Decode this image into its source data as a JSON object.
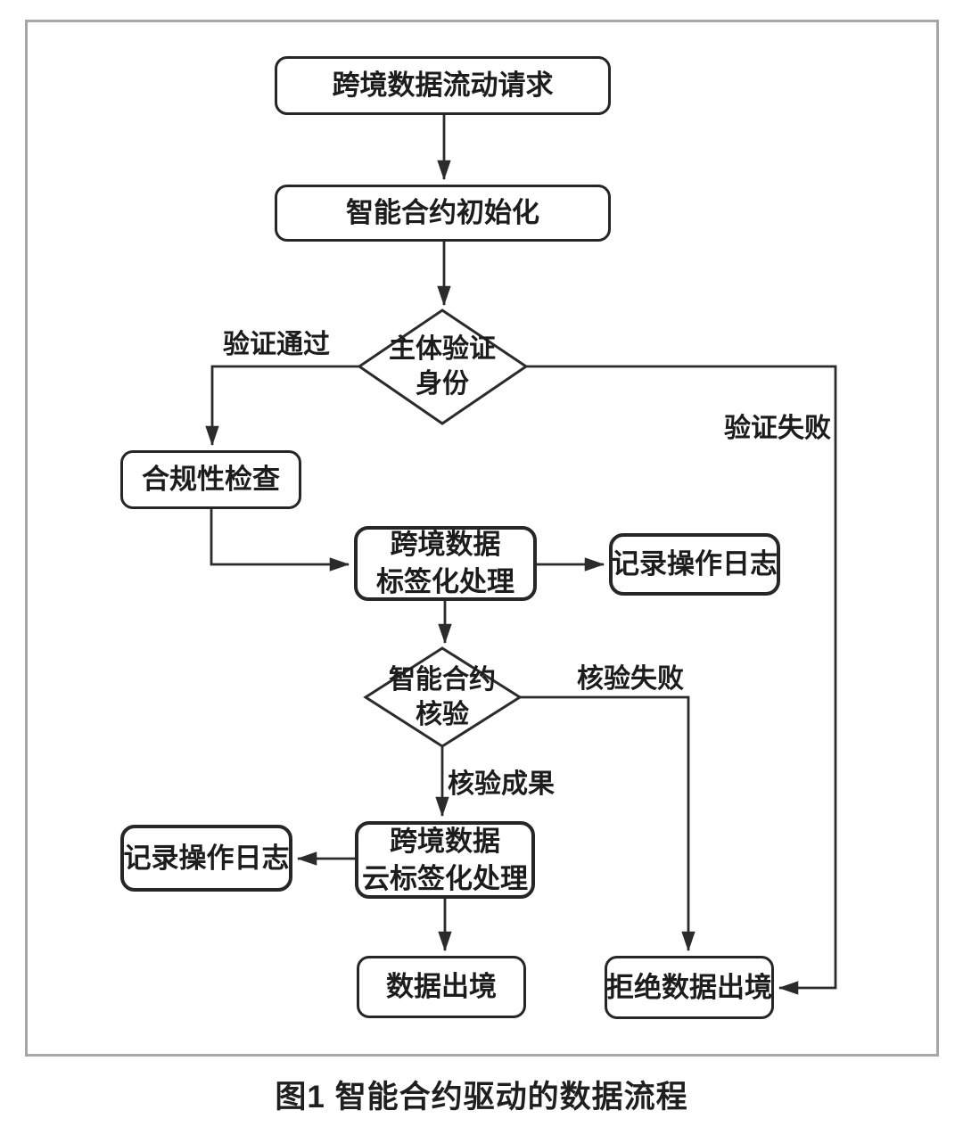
{
  "figure": {
    "caption": "图1  智能合约驱动的数据流程"
  },
  "colors": {
    "line": "#2b2b2b",
    "frame": "#a6a6a6",
    "text": "#1c1c1c",
    "node_bg": "#ffffff"
  },
  "nodes": {
    "request": [
      "跨境数据流动请求"
    ],
    "init": [
      "智能合约初始化"
    ],
    "identity": [
      "主体验证",
      "身份"
    ],
    "compliance": [
      "合规性检查"
    ],
    "labeling": [
      "跨境数据",
      "标签化处理"
    ],
    "log_right": [
      "记录操作日志"
    ],
    "verify": [
      "智能合约",
      "核验"
    ],
    "cloud_labeling": [
      "跨境数据",
      "云标签化处理"
    ],
    "log_left": [
      "记录操作日志"
    ],
    "data_exit": [
      "数据出境"
    ],
    "reject_exit": [
      "拒绝数据出境"
    ]
  },
  "edge_labels": {
    "verify_pass": "验证通过",
    "verify_fail": "验证失败",
    "check_fail": "核验失败",
    "check_pass": "核验成果"
  }
}
